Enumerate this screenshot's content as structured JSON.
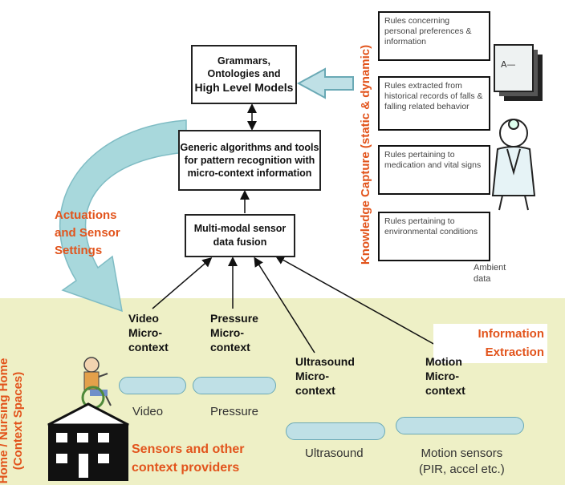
{
  "boxes": {
    "grammars": [
      "Grammars,",
      "Ontologies and",
      "High Level Models"
    ],
    "generic": [
      "Generic algorithms and tools",
      "for pattern recognition with",
      "micro-context information"
    ],
    "fusion": [
      "Multi-modal sensor",
      "data fusion"
    ]
  },
  "rules": [
    "Rules concerning personal preferences & information",
    "Rules extracted from historical records of falls & falling related behavior",
    "Rules pertaining to medication and vital signs",
    "Rules pertaining to environmental conditions"
  ],
  "knowledge_capture": "Knowledge Capture (static & dynamic)",
  "actuations": [
    "Actuations",
    "and Sensor",
    "Settings"
  ],
  "ambient": [
    "Ambient",
    "data"
  ],
  "info_extraction": [
    "Information",
    "Extraction"
  ],
  "contexts": {
    "video": [
      "Video",
      "Micro-",
      "context"
    ],
    "pressure": [
      "Pressure",
      "Micro-",
      "context"
    ],
    "ultrasound": [
      "Ultrasound",
      "Micro-",
      "context"
    ],
    "motion": [
      "Motion",
      "Micro-",
      "context"
    ]
  },
  "sensors": {
    "video": "Video",
    "pressure": "Pressure",
    "ultrasound": "Ultrasound",
    "motion": [
      "Motion sensors",
      "(PIR, accel etc.)"
    ]
  },
  "home_label": "Home / Nursing Home (Context Spaces)",
  "providers": [
    "Sensors and other",
    "context providers"
  ],
  "colors": {
    "bottom_band": "#eef0c6",
    "orange": "#e2541c",
    "pill": "#bfe0e6",
    "curve_arrow": "#a8d8dc"
  }
}
